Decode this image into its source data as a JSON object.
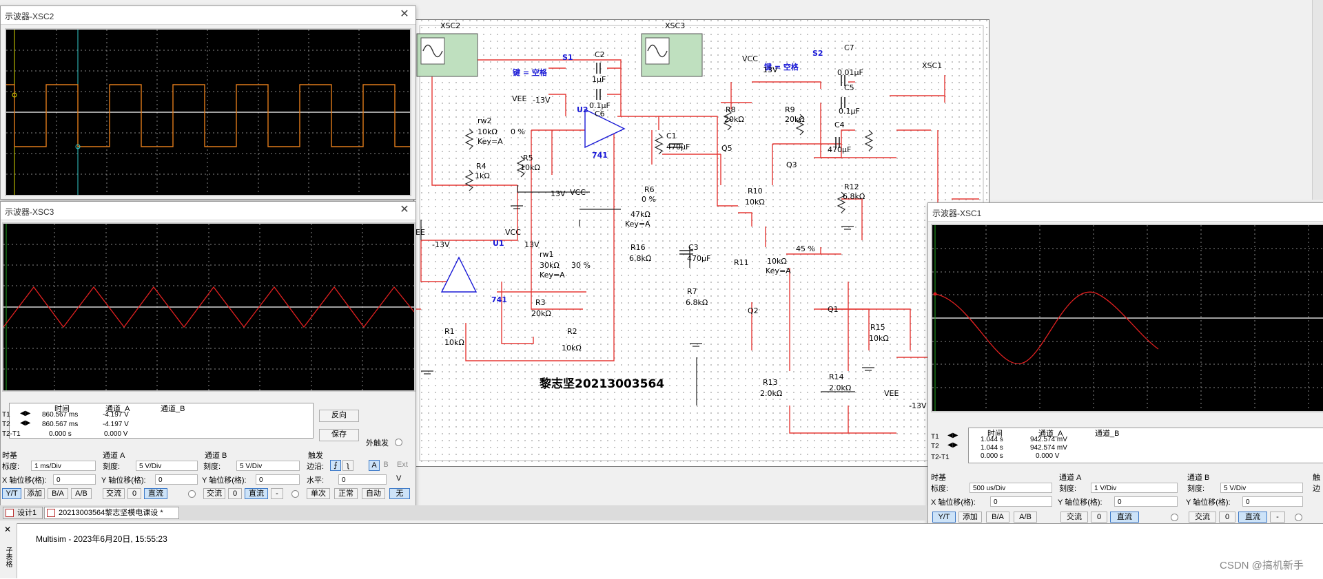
{
  "xsc2": {
    "title": "示波器-XSC2"
  },
  "xsc3": {
    "title": "示波器-XSC3",
    "readout": {
      "headers": [
        "时间",
        "通道_A",
        "通道_B"
      ],
      "rows": [
        {
          "label": "T1",
          "time": "860.567 ms",
          "a": "-4.197 V",
          "b": ""
        },
        {
          "label": "T2",
          "time": "860.567 ms",
          "a": "-4.197 V",
          "b": ""
        },
        {
          "label": "T2-T1",
          "time": "0.000 s",
          "a": "0.000 V",
          "b": ""
        }
      ]
    },
    "reverse_label": "反向",
    "save_label": "保存",
    "ext_trigger_label": "外触发",
    "timebase": {
      "title": "时基",
      "scale_label": "标度:",
      "scale_value": "1 ms/Div",
      "xpos_label": "X 轴位移(格):",
      "xpos_value": "0",
      "modes": [
        "Y/T",
        "添加",
        "B/A",
        "A/B"
      ]
    },
    "chA": {
      "title": "通道 A",
      "scale_label": "刻度:",
      "scale_value": "5  V/Div",
      "ypos_label": "Y 轴位移(格):",
      "ypos_value": "0",
      "coupling": [
        "交流",
        "0",
        "直流"
      ]
    },
    "chB": {
      "title": "通道 B",
      "scale_label": "刻度:",
      "scale_value": "5  V/Div",
      "ypos_label": "Y 轴位移(格):",
      "ypos_value": "0",
      "coupling": [
        "交流",
        "0",
        "直流",
        "-"
      ]
    },
    "trigger": {
      "title": "触发",
      "edge_label": "边沿:",
      "edge_buttons": [
        "⨍",
        "ʅ",
        "A",
        "B",
        "Ext"
      ],
      "level_label": "水平:",
      "level_value": "0",
      "level_unit": "V",
      "modes": [
        "单次",
        "正常",
        "自动",
        "无"
      ]
    }
  },
  "xsc1": {
    "title": "示波器-XSC1",
    "readout": {
      "headers": [
        "时间",
        "通道_A",
        "通道_B"
      ],
      "rows": [
        {
          "label": "T1",
          "time": "1.044 s",
          "a": "942.574 mV",
          "b": ""
        },
        {
          "label": "T2",
          "time": "1.044 s",
          "a": "942.574 mV",
          "b": ""
        },
        {
          "label": "T2-T1",
          "time": "0.000 s",
          "a": "0.000 V",
          "b": ""
        }
      ]
    },
    "timebase": {
      "title": "时基",
      "scale_label": "标度:",
      "scale_value": "500 us/Div",
      "xpos_label": "X 轴位移(格):",
      "xpos_value": "0",
      "modes": [
        "Y/T",
        "添加",
        "B/A",
        "A/B"
      ]
    },
    "chA": {
      "title": "通道 A",
      "scale_label": "刻度:",
      "scale_value": "1  V/Div",
      "ypos_label": "Y 轴位移(格):",
      "ypos_value": "0",
      "coupling": [
        "交流",
        "0",
        "直流"
      ]
    },
    "chB": {
      "title": "通道 B",
      "scale_label": "刻度:",
      "scale_value": "5  V/Div",
      "ypos_label": "Y 轴位移(格):",
      "ypos_value": "0",
      "coupling": [
        "交流",
        "0",
        "直流",
        "-"
      ]
    },
    "trigger": {
      "title": "触",
      "edge_label": "边"
    }
  },
  "schematic": {
    "author": "黎志坚20213003564",
    "labels": [
      "XSC2",
      "XSC3",
      "XSC1",
      "S1",
      "S2",
      "键 = 空格",
      "键 = 空格",
      "C2",
      "1μF",
      "C6",
      "0.1μF",
      "C7",
      "0.01μF",
      "C5",
      "0.1μF",
      "C4",
      "470μF",
      "VEE",
      "-13V",
      "U2",
      "741",
      "rw2",
      "10kΩ",
      "Key=A",
      "0 %",
      "R4",
      "1kΩ",
      "R5",
      "10kΩ",
      "13V",
      "VCC",
      "C1",
      "470μF",
      "R6",
      "0 %",
      "47kΩ",
      "Key=A",
      "R16",
      "6.8kΩ",
      "C3",
      "470μF",
      "R7",
      "6.8kΩ",
      "VCC",
      "13V",
      "R8",
      "20kΩ",
      "R9",
      "20kΩ",
      "Q5",
      "Q3",
      "R10",
      "10kΩ",
      "R12",
      "6.8kΩ",
      "R11",
      "10kΩ",
      "Key=A",
      "45 %",
      "Q2",
      "Q1",
      "R15",
      "10kΩ",
      "R13",
      "2.0kΩ",
      "R14",
      "2.0kΩ",
      "VEE",
      "-13V",
      "EE",
      "-13V",
      "VCC",
      "13V",
      "U1",
      "741",
      "rw1",
      "30kΩ",
      "Key=A",
      "30 %",
      "R3",
      "20kΩ",
      "R1",
      "10kΩ",
      "R2",
      "10kΩ"
    ]
  },
  "tabs": [
    {
      "label": "设计1"
    },
    {
      "label": "20213003564黎志坚模电课设 *"
    }
  ],
  "log": {
    "text": "Multisim  -  2023年6月20日, 15:55:23",
    "side_label": "子表格"
  },
  "watermark": "CSDN @搞机新手",
  "colors": {
    "trace_orange": "#e07b1a",
    "trace_red": "#e02020",
    "wire_red": "#e53935",
    "scope_bg": "#000000",
    "grid": "#9a9a9a",
    "accent_blue": "#1a1ad6"
  }
}
